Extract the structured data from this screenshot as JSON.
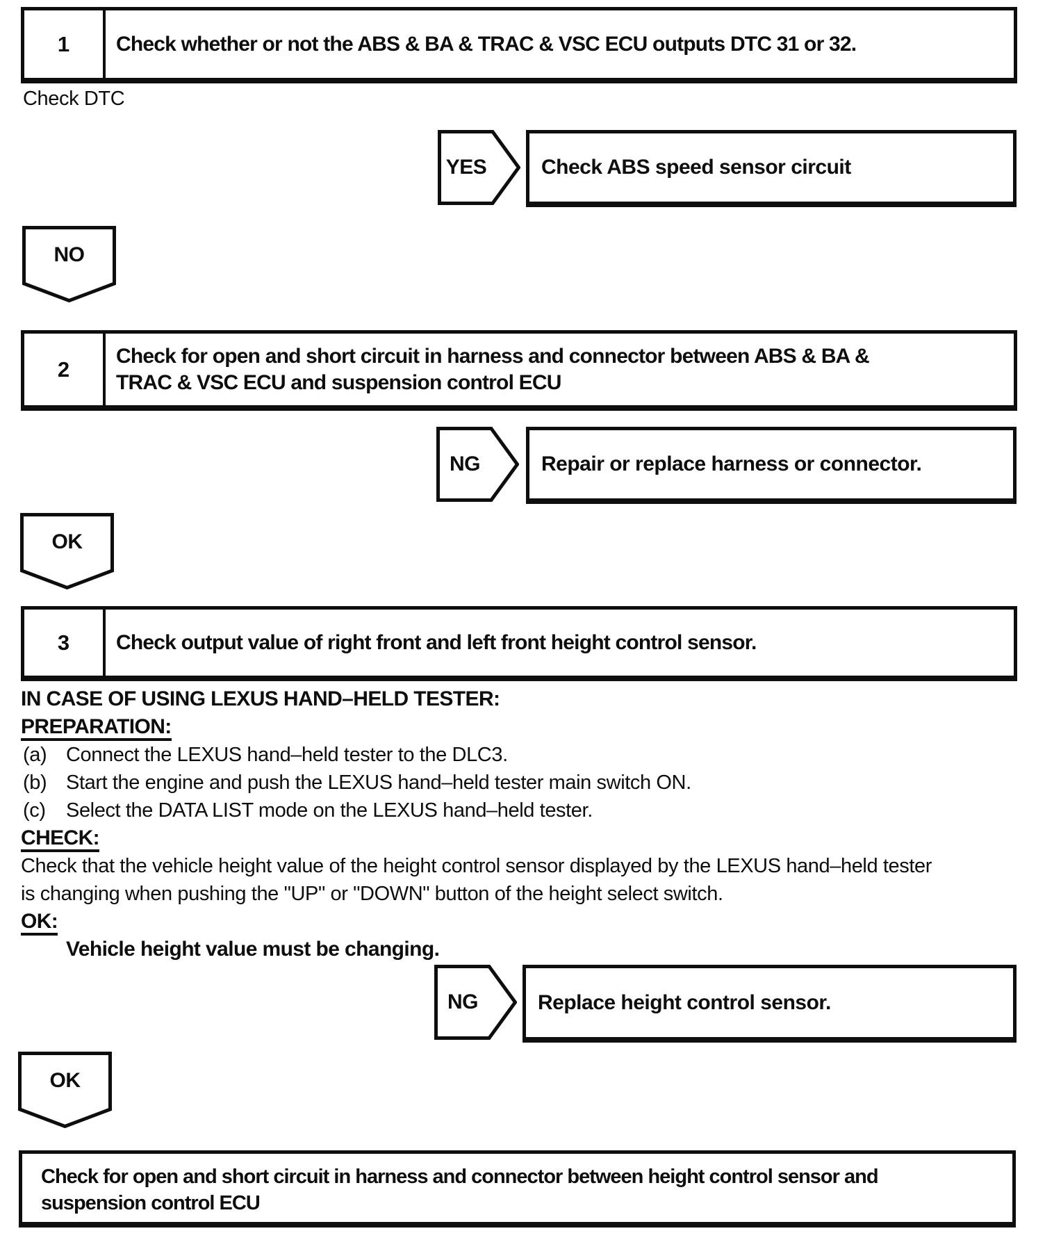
{
  "page": {
    "paper": "#ffffff",
    "ink": "#0e0e0e"
  },
  "flowchart": {
    "steps": [
      {
        "number": "1",
        "lines": [
          "Check whether or not the ABS & BA & TRAC & VSC ECU outputs DTC 31 or 32."
        ]
      },
      {
        "number": "2",
        "lines": [
          "Check for open and short circuit in harness and connector between ABS & BA &",
          "TRAC & VSC ECU and suspension control ECU"
        ]
      },
      {
        "number": "3",
        "lines": [
          "Check output value of right front and left front height control sensor."
        ]
      }
    ],
    "note_below_step1": "Check DTC",
    "branches": [
      {
        "label": "YES",
        "result": "Check ABS speed sensor circuit"
      },
      {
        "label": "NG",
        "result": "Repair or replace harness or connector."
      },
      {
        "label": "NG",
        "result": "Replace height control sensor."
      }
    ],
    "connectors": [
      {
        "label": "NO"
      },
      {
        "label": "OK"
      },
      {
        "label": "OK"
      }
    ],
    "final_box": {
      "lines": [
        "Check for open and short circuit in harness and connector between height control sensor and",
        "suspension control ECU"
      ]
    }
  },
  "instructions": {
    "heading": "IN CASE OF USING LEXUS HAND–HELD TESTER:",
    "preparation_label": "PREPARATION:",
    "preparation_items": [
      {
        "marker": "(a)",
        "text": "Connect the LEXUS hand–held tester to the DLC3."
      },
      {
        "marker": "(b)",
        "text": "Start the engine and push the LEXUS hand–held tester main switch ON."
      },
      {
        "marker": "(c)",
        "text": "Select the DATA LIST mode on the LEXUS hand–held tester."
      }
    ],
    "check_label": "CHECK:",
    "check_lines": [
      "Check that the vehicle height value of the height control sensor displayed by the LEXUS hand–held tester",
      "is changing when pushing the \"UP\" or \"DOWN\" button of the height select switch."
    ],
    "ok_label": "OK:",
    "ok_requirement": "Vehicle height value must be changing."
  }
}
